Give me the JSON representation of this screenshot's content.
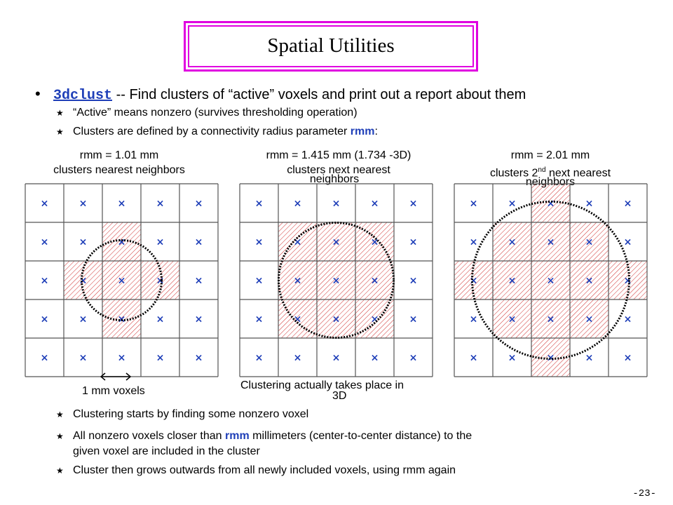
{
  "title": "Spatial Utilities",
  "main_bullet": {
    "command": "3dclust",
    "text": " -- Find clusters of “active” voxels and print out a report about them"
  },
  "sub_bullets_top": [
    {
      "text": "“Active” means nonzero (survives thresholding operation)"
    },
    {
      "text_before": "Clusters are defined by a connectivity radius parameter ",
      "highlight": "rmm",
      "text_after": ":"
    }
  ],
  "panels": [
    {
      "line1": "rmm = 1.01 mm",
      "line2": "clusters nearest neighbors",
      "line3": ""
    },
    {
      "line1": "rmm = 1.415 mm (1.734 -3D)",
      "line2": "clusters next nearest",
      "line3": "neighbors"
    },
    {
      "line1": "rmm = 2.01 mm",
      "line2_a": "clusters 2",
      "line2_sup": "nd",
      "line2_b": " next nearest",
      "line3": "neighbors"
    }
  ],
  "voxel_note": "1 mm voxels",
  "threeD_note_1": "Clustering actually takes place in",
  "threeD_note_2": "3D",
  "sub_bullets_bottom": [
    {
      "text": "Clustering starts by finding some nonzero voxel"
    },
    {
      "text_before": "All nonzero voxels closer than ",
      "highlight": "rmm",
      "text_after": " millimeters (center-to-center distance) to the",
      "line2": "given voxel are included in the cluster"
    },
    {
      "text": "Cluster then grows outwards from all newly included voxels, using rmm again"
    }
  ],
  "page_number": "-23-",
  "colors": {
    "accent": "#1f3fb8",
    "title_border": "#e000e0",
    "hatch": "#d03030"
  }
}
